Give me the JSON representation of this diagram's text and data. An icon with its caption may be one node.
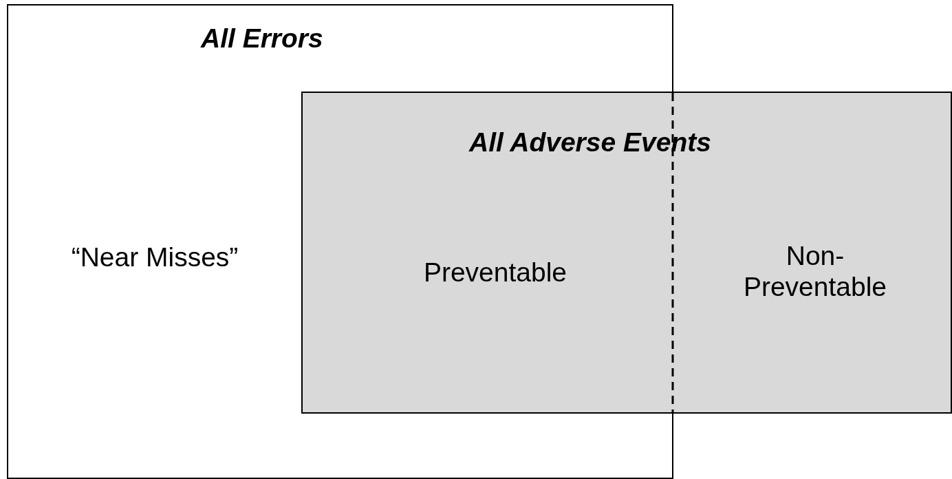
{
  "diagram": {
    "nodes": [
      {
        "text": [
          "All Errors"
        ]
      },
      {
        "text": [
          "All Adverse Events"
        ]
      }
    ],
    "edges": [],
    "labels": [
      "“Near Misses”",
      "Preventable",
      "Non-Preventable"
    ]
  }
}
